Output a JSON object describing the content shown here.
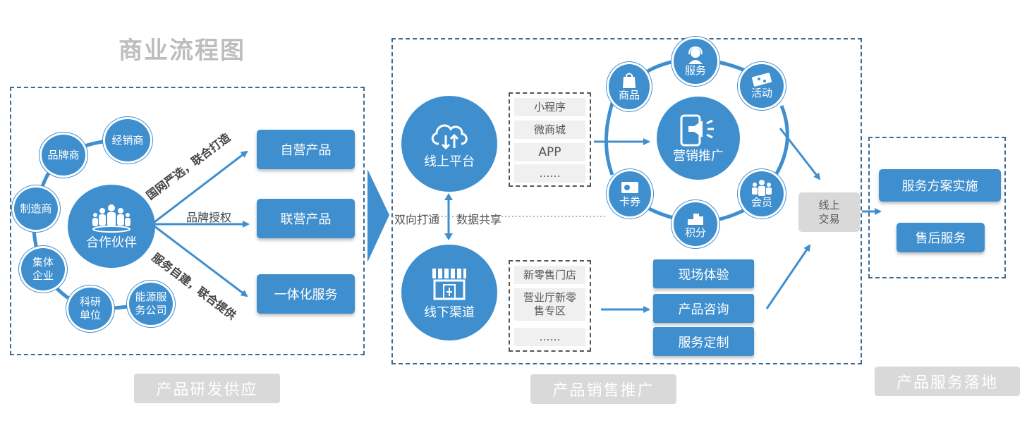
{
  "title": "商业流程图",
  "sections": {
    "rd": "产品研发供应",
    "sales": "产品销售推广",
    "service": "产品服务落地"
  },
  "partners": {
    "center": "合作伙伴",
    "nodes": [
      "品牌商",
      "经销商",
      "制造商",
      "集体企业",
      "科研单位",
      "能源服务公司"
    ]
  },
  "modes": [
    "国网严选，联合打造",
    "品牌授权",
    "服务自建，联合提供"
  ],
  "products": [
    "自营产品",
    "联营产品",
    "一体化服务"
  ],
  "channels": {
    "online": "线上平台",
    "offline": "线下渠道",
    "link_left": "双向打通",
    "link_right": "数据共享"
  },
  "online_items": [
    "小程序",
    "微商城",
    "APP",
    "……"
  ],
  "offline_items": [
    "新零售门店",
    "营业厅新零售专区",
    "……"
  ],
  "marketing": {
    "center": "营销推广",
    "ring": [
      "商品",
      "服务",
      "活动",
      "卡券",
      "积分",
      "会员"
    ]
  },
  "offline_services": [
    "现场体验",
    "产品咨询",
    "服务定制"
  ],
  "trade": "线上交易",
  "service_items": [
    "服务方案实施",
    "售后服务"
  ],
  "colors": {
    "primary": "#3f8fcf",
    "dash": "#3c6a95",
    "label_gray": "#d9d9d9"
  },
  "icons": [
    "group-icon",
    "cloud-upload-icon",
    "storefront-icon",
    "phone-megaphone-icon",
    "shopping-bag-icon",
    "customer-service-icon",
    "ticket-icon",
    "card-icon",
    "coins-icon",
    "members-icon"
  ]
}
